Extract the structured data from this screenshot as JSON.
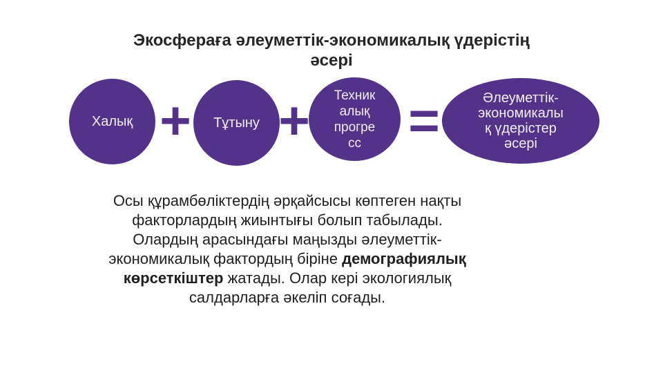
{
  "slide": {
    "background_color": "#FFFFFF",
    "accent_purple": "#53328A",
    "title_color": "#262626",
    "body_text_color": "#1F1F1F",
    "shape_label_color": "#F3EFF8"
  },
  "title": {
    "lines": [
      "Экосфераға әлеуметтік-экономикалық үдерістің",
      "әсері"
    ]
  },
  "diagram": {
    "plus_sign": "+",
    "equals_sign": "=",
    "circle_population": {
      "label": "Халық"
    },
    "circle_consumption": {
      "label": "Тұтыну"
    },
    "circle_progress": {
      "label_lines": [
        "Техник",
        "алық",
        "прогре",
        "сс"
      ]
    },
    "ellipse_result": {
      "label_lines": [
        "Әлеуметтік-",
        "экономикалы",
        "қ үдерістер",
        "әсері"
      ]
    }
  },
  "body": {
    "lines": [
      [
        {
          "text": "Осы құрамбөліктердің әрқайсысы көптеген нақты"
        }
      ],
      [
        {
          "text": "факторлардың жиынтығы болып табылады."
        }
      ],
      [
        {
          "text": "Олардың арасындағы маңызды әлеуметтік-"
        }
      ],
      [
        {
          "text": "экономикалық фактордың біріне "
        },
        {
          "text": "демографиялық",
          "bold": true
        }
      ],
      [
        {
          "text": "көрсеткіштер",
          "bold": true
        },
        {
          "text": " жатады. Олар кері экологиялық"
        }
      ],
      [
        {
          "text": "салдарларға әкеліп соғады."
        }
      ]
    ]
  }
}
